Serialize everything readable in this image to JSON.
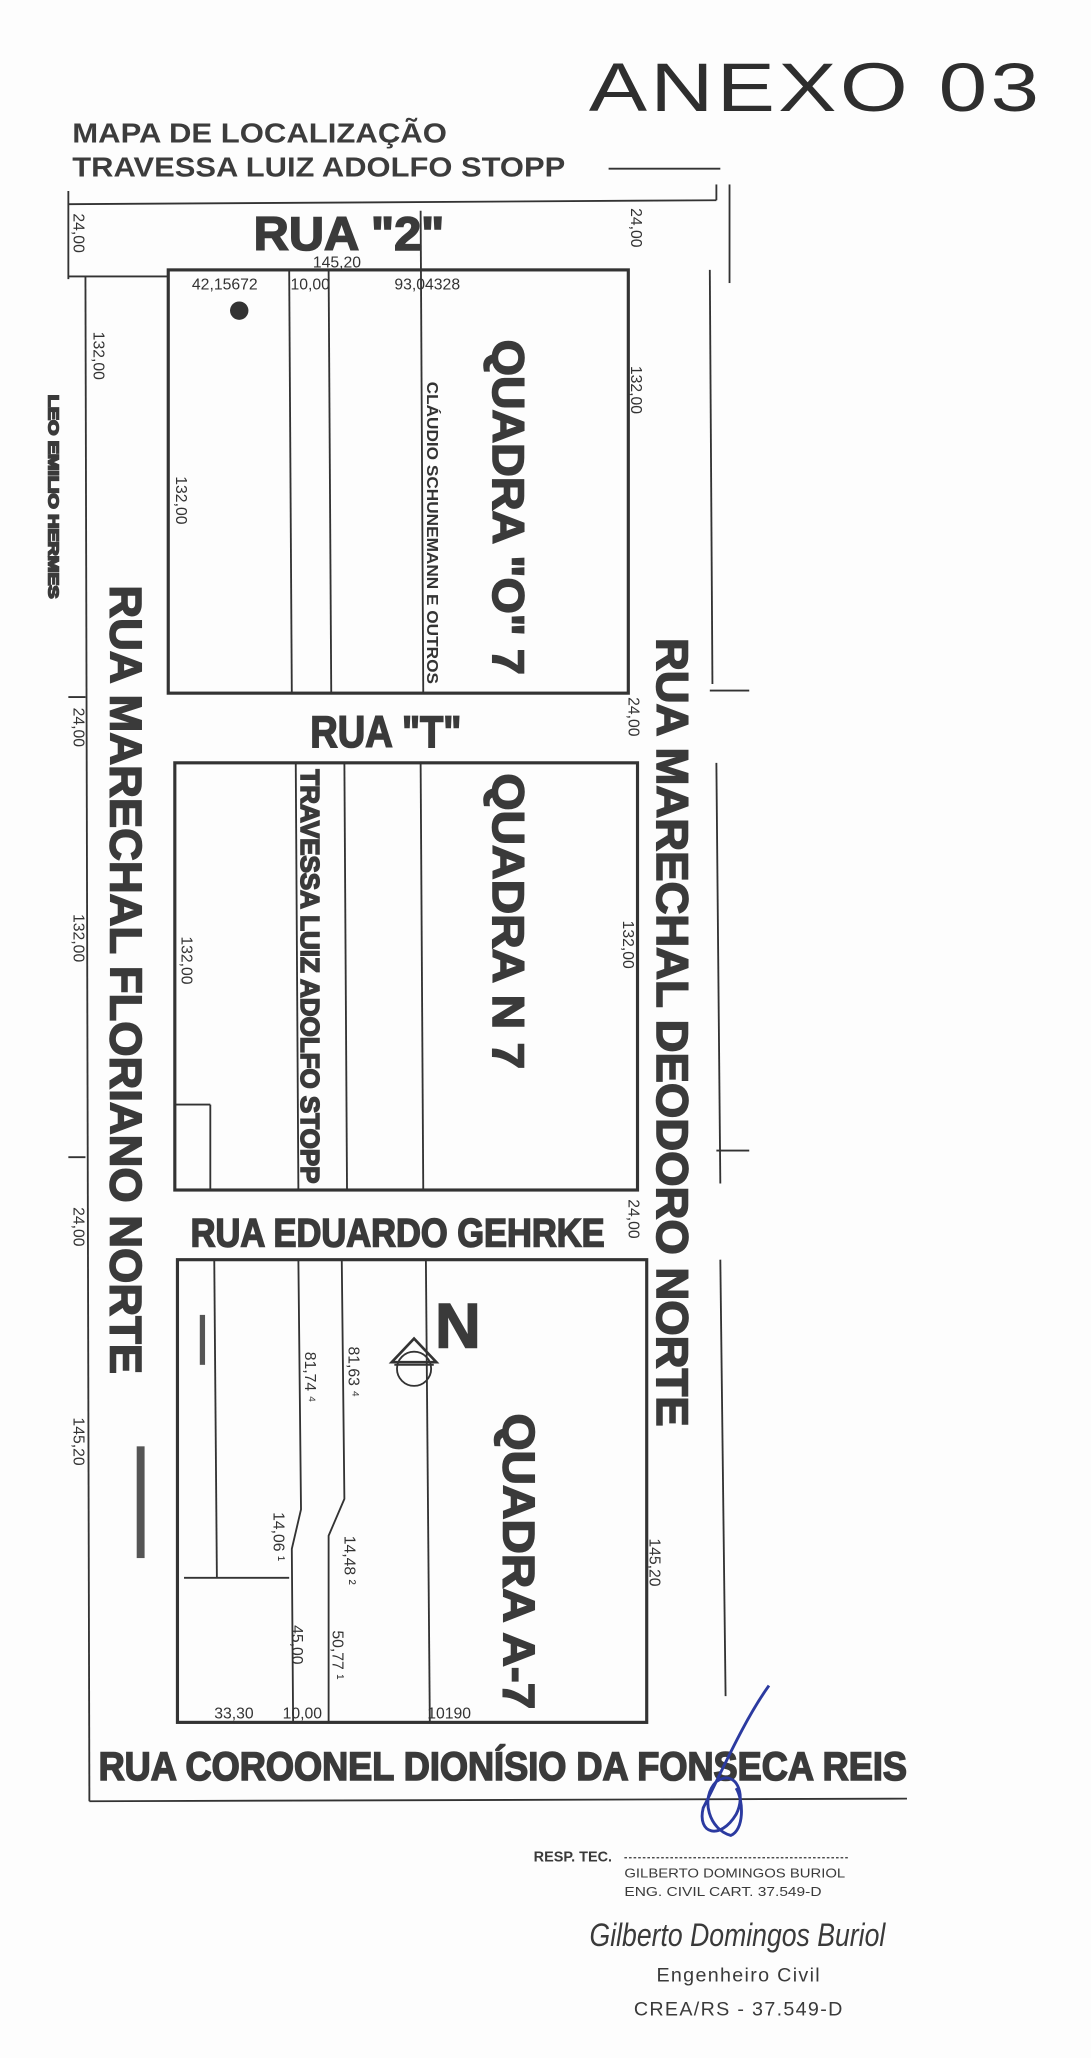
{
  "annex_title": "ANEXO 03",
  "map_title": {
    "line1": "MAPA DE LOCALIZAÇÃO",
    "line2": "TRAVESSA LUIZ ADOLFO STOPP"
  },
  "streets": {
    "top": "RUA \"2\"",
    "middle1": "RUA \"T\"",
    "middle2": "RUA EDUARDO GEHRKE",
    "bottom": "RUA COROONEL DIONÍSIO DA FONSECA REIS",
    "left": "RUA MARECHAL FLORIANO NORTE",
    "right": "RUA MARECHAL DEODORO NORTE",
    "travessa": "TRAVESSA LUIZ ADOLFO STOPP"
  },
  "blocks": {
    "top": "QUADRA \"O\" 7",
    "middle": "QUADRA N 7",
    "bottom": "QUADRA A-7"
  },
  "owners": {
    "left": "LEO EMILIO HERMES",
    "block_top": "CLÁUDIO SCHUNEMANN E OUTROS"
  },
  "dimensions": {
    "street_width": "24,00",
    "top_width": "145,20",
    "lot_a": "42,15672",
    "travessa_width": "10,00",
    "lot_b": "93,04328",
    "block_depth": "132,00",
    "bottom_depth": "145,20",
    "seg_81_74": "81,74 ⁴",
    "seg_81_63": "81,63 ⁴",
    "seg_14_06": "14,06 ¹",
    "seg_14_48": "14,48 ²",
    "seg_45_00": "45,00",
    "seg_50_77": "50,77 ¹",
    "bottom_a": "33,30",
    "bottom_b": "10,00",
    "bottom_c": "10190"
  },
  "north_label": "N",
  "signature_block": {
    "resp_label": "RESP. TEC.",
    "name_caps": "GILBERTO DOMINGOS BURIOL",
    "cart": "ENG. CIVIL CART. 37.549-D",
    "stamp_name": "Gilberto Domingos Buriol",
    "stamp_title": "Engenheiro Civil",
    "stamp_crea": "CREA/RS - 37.549-D"
  },
  "colors": {
    "ink": "#333333",
    "signature": "#2b3aa0"
  }
}
